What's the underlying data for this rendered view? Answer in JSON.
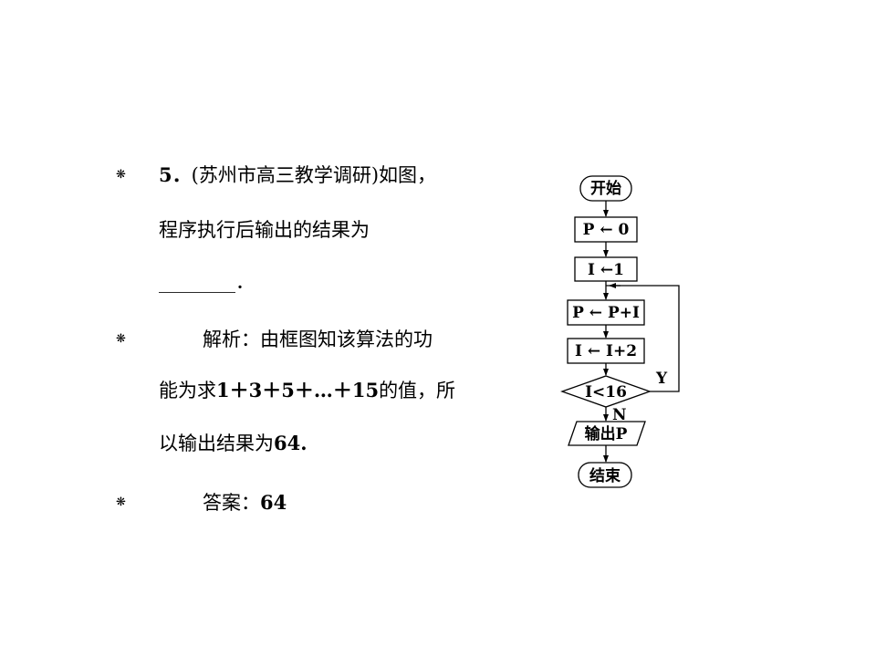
{
  "bullets": [
    "❋",
    "❋",
    "❋"
  ],
  "problem": {
    "number": "5．",
    "source": "(苏州市高三教学调研)",
    "line1_tail": "如图，",
    "line2": "程序执行后输出的结果为",
    "blank": "________",
    "blank_end": "．"
  },
  "solution": {
    "label": "解析：",
    "text1": "由框图知该算法的功",
    "text2_a": "能为求",
    "text2_expr": "1＋3＋5＋…＋15",
    "text2_b": "的值，所",
    "text3_a": "以输出结果为",
    "text3_val": "64."
  },
  "answer": {
    "label": "答案：",
    "value": "64"
  },
  "flowchart": {
    "start": "开始",
    "init_p": "P ← 0",
    "init_i": "I ←1",
    "update_p": "P ← P+I",
    "update_i": "I ← I+2",
    "condition": "I<16",
    "yes": "Y",
    "no": "N",
    "output": "输出P",
    "end": "结束"
  }
}
